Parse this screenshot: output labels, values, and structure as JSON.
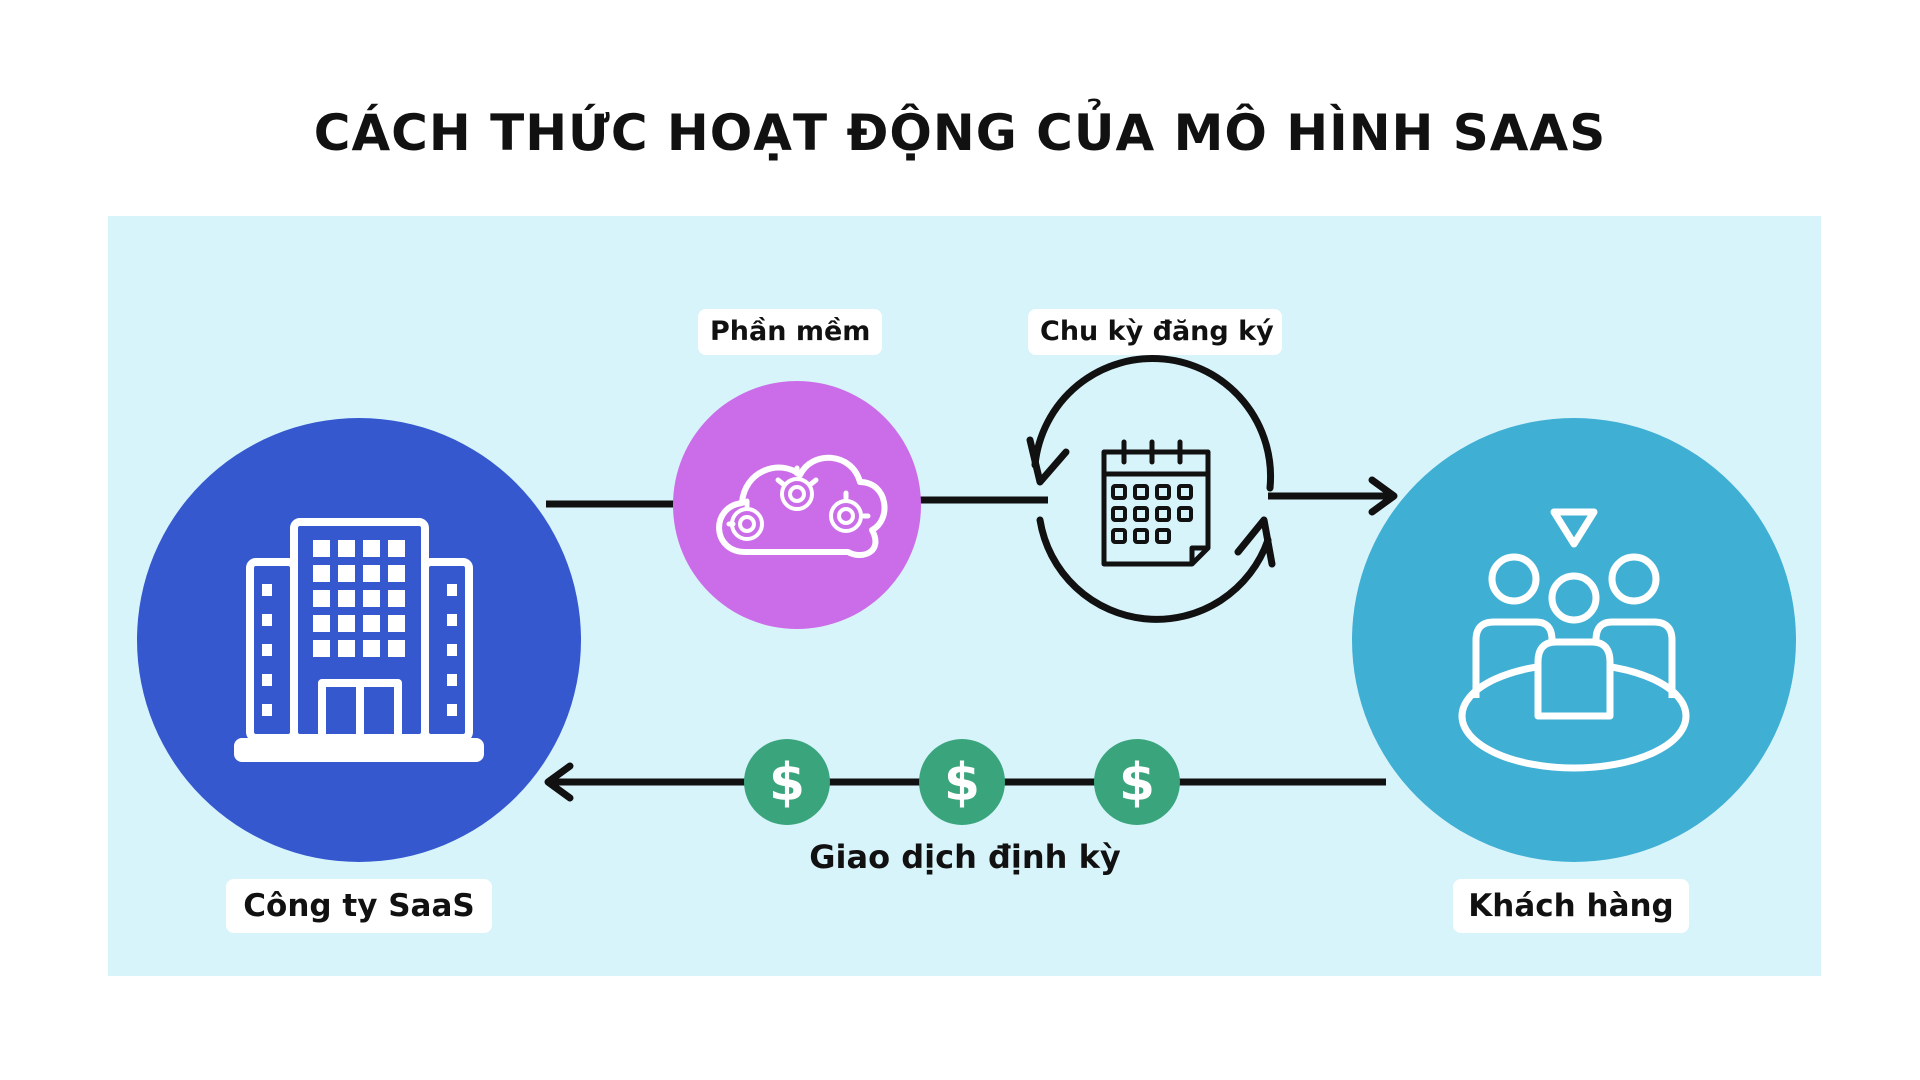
{
  "title": "CÁCH THỨC HOẠT ĐỘNG CỦA MÔ HÌNH SAAS",
  "nodes": {
    "company": {
      "label": "Công ty SaaS",
      "icon": "office-building-icon",
      "color": "#3558cf"
    },
    "software": {
      "label": "Phần mềm",
      "icon": "cloud-gears-icon",
      "color": "#cb6de8"
    },
    "subscription": {
      "label": "Chu kỳ đăng ký",
      "icon": "calendar-cycle-icon"
    },
    "customer": {
      "label": "Khách hàng",
      "icon": "people-group-icon",
      "color": "#3fafd4"
    }
  },
  "payments": {
    "label": "Giao dịch định kỳ",
    "symbol": "$",
    "coin_count": 3,
    "coin_color": "#3aa57d"
  },
  "colors": {
    "panel": "#d8f4fb",
    "line": "#111111",
    "text": "#111111"
  }
}
